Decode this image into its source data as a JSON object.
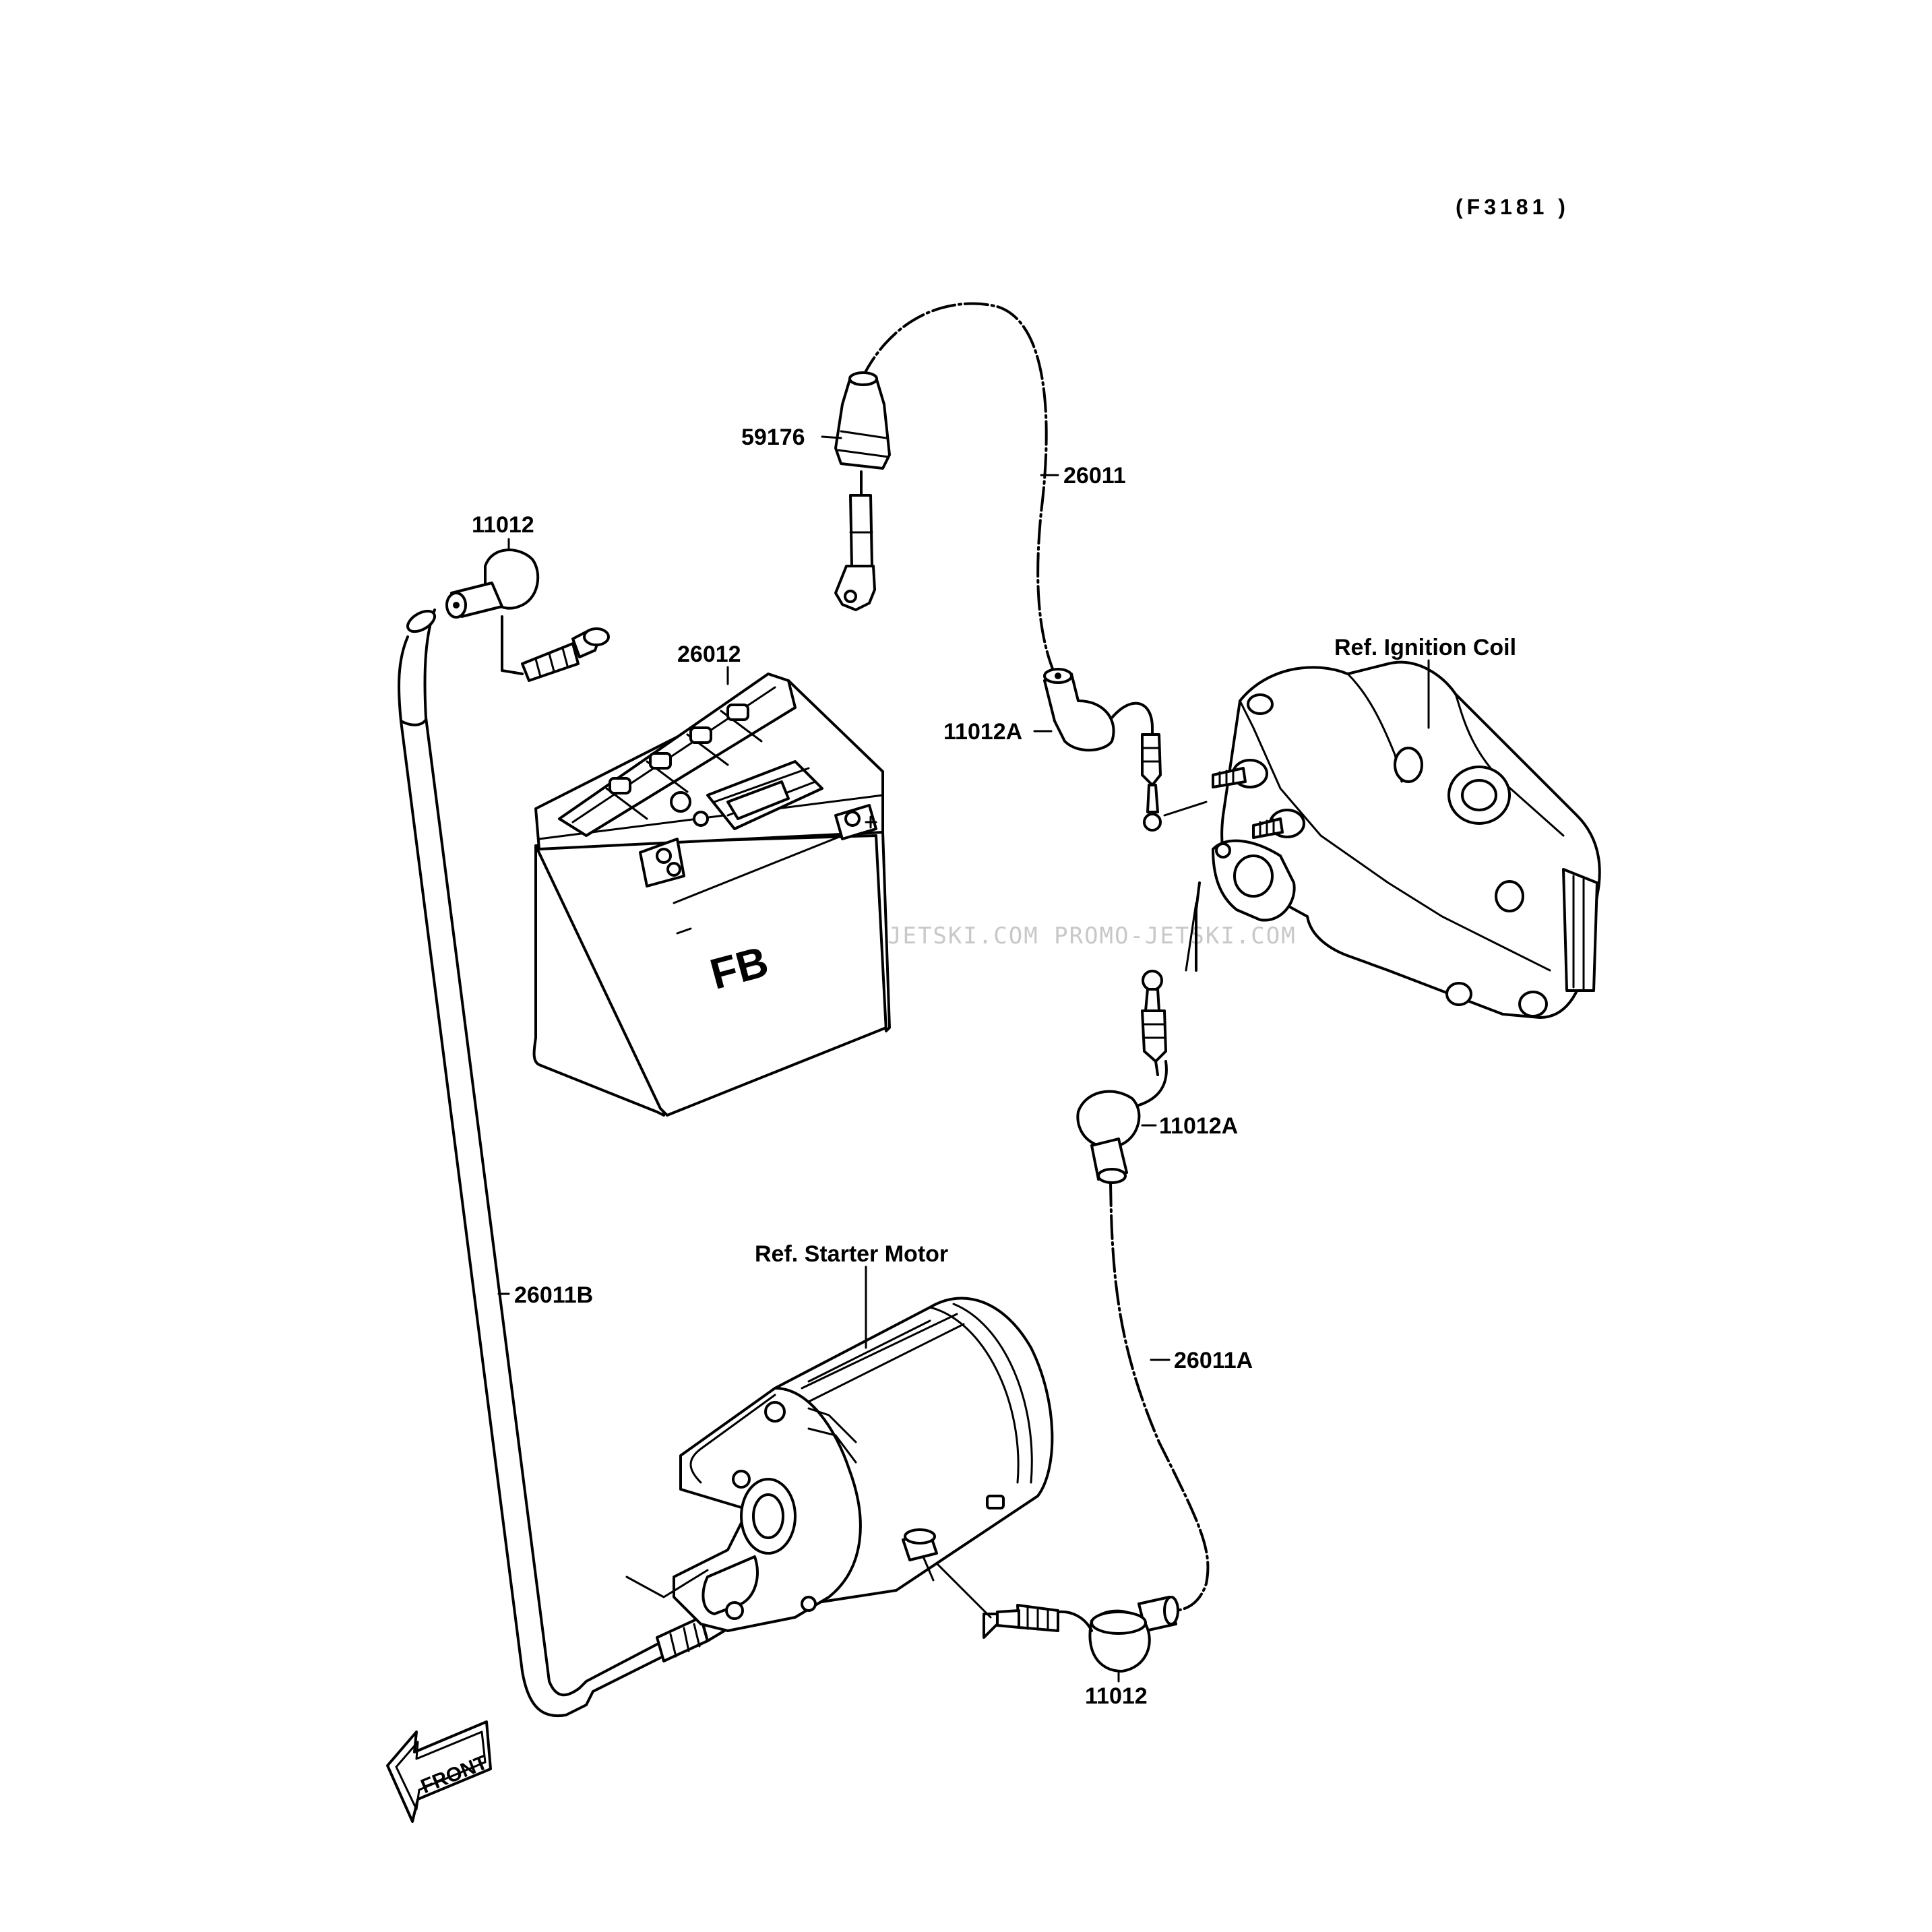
{
  "diagram": {
    "figure_code": "(F3181 )",
    "labels": {
      "p59176": "59176",
      "p26011": "26011",
      "p11012_top": "11012",
      "p26012": "26012",
      "ref_ignition_coil": "Ref. Ignition Coil",
      "p11012a_upper": "11012A",
      "p11012a_lower": "11012A",
      "ref_starter_motor": "Ref. Starter Motor",
      "p26011b": "26011B",
      "p26011a": "26011A",
      "p11012_bottom": "11012"
    },
    "battery_logo": "FB",
    "watermark": "JETSKI.COM  PROMO-JETSKI.COM  PROMO-JETSKI.COM",
    "front_arrow": "FRONT"
  }
}
